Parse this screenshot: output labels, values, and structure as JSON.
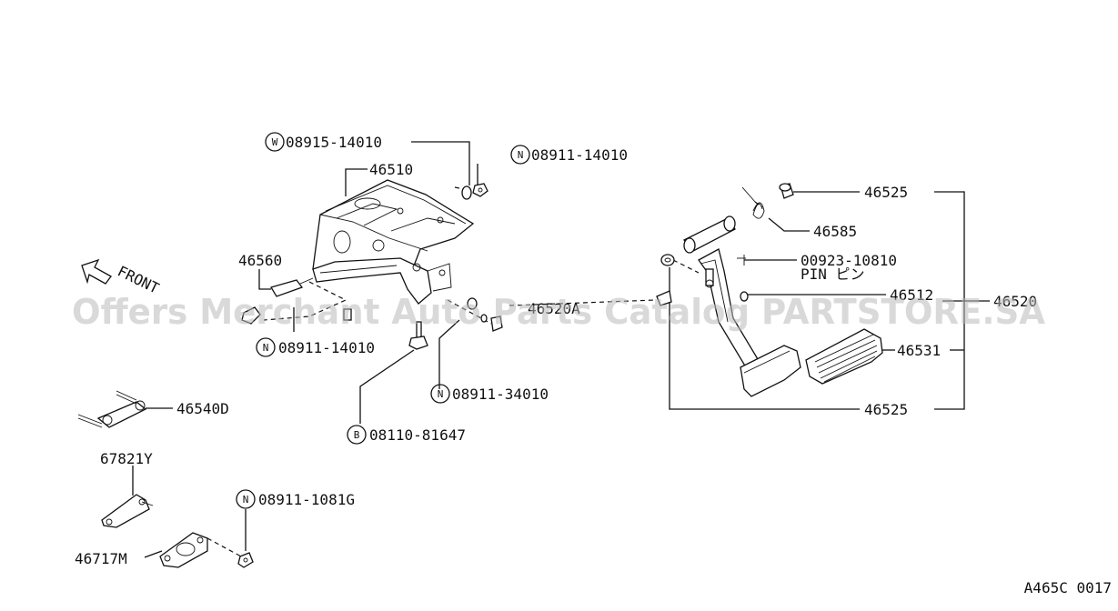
{
  "labels": {
    "p_08915_14010": "08915-14010",
    "p_08911_14010_top": "08911-14010",
    "p_46510": "46510",
    "p_46525_top": "46525",
    "p_46585": "46585",
    "p_46560": "46560",
    "p_00923_10810": "00923-10810",
    "pin": "PIN ピン",
    "p_46512": "46512",
    "p_46520": "46520",
    "p_46520a": "46520A",
    "p_08911_14010_bot": "08911-14010",
    "p_46531": "46531",
    "p_08911_34010": "08911-34010",
    "p_46525_bot": "46525",
    "p_46540d": "46540D",
    "p_08110_81647": "08110-81647",
    "p_67821y": "67821Y",
    "p_08911_1081g": "08911-1081G",
    "p_46717m": "46717M",
    "front": "FRONT",
    "diagram_code": "A465C 0017"
  },
  "callout_letters": {
    "w": "W",
    "n1": "N",
    "n2": "N",
    "n3": "N",
    "b": "B",
    "n4": "N"
  },
  "watermark": "Offers Merchant Auto Parts Catalog PARTSTORE.SA"
}
